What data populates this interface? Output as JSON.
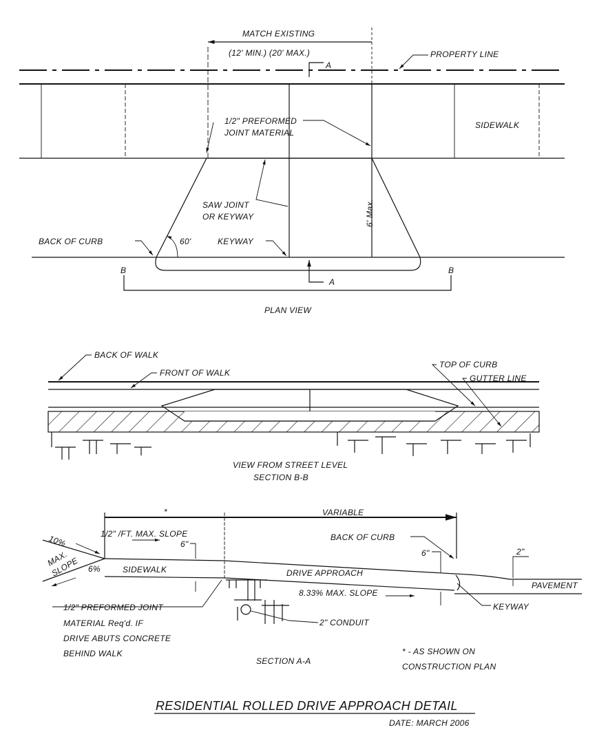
{
  "plan_view": {
    "match_existing": "MATCH EXISTING",
    "min_max": "(12' MIN.) (20' MAX.)",
    "property_line": "PROPERTY LINE",
    "section_a": "A",
    "sidewalk": "SIDEWALK",
    "joint_line1": "1/2\" PREFORMED",
    "joint_line2": "JOINT MATERIAL",
    "saw_joint1": "SAW JOINT",
    "saw_joint2": "OR KEYWAY",
    "six_max": "6' Max.",
    "back_of_curb": "BACK OF CURB",
    "angle": "60'",
    "keyway": "KEYWAY",
    "section_b": "B",
    "caption": "PLAN VIEW"
  },
  "street_view": {
    "back_of_walk": "BACK OF WALK",
    "front_of_walk": "FRONT OF WALK",
    "top_of_curb": "TOP OF CURB",
    "gutter_line": "GUTTER LINE",
    "caption1": "VIEW FROM STREET LEVEL",
    "caption2": "SECTION B-B"
  },
  "section_aa": {
    "asterisk": "*",
    "variable": "VARIABLE",
    "slope_walk": "1/2\" /FT. MAX. SLOPE",
    "ten_pct": "10%",
    "max_slope": "MAX.",
    "slope": "SLOPE",
    "six_pct": "6%",
    "six_in_a": "6\"",
    "six_in_b": "6\"",
    "two_in": "2\"",
    "back_of_curb": "BACK OF CURB",
    "sidewalk": "SIDEWALK",
    "drive_approach": "DRIVE APPROACH",
    "pavement": "PAVEMENT",
    "drive_slope": "8.33% MAX. SLOPE",
    "keyway": "KEYWAY",
    "conduit": "2\" CONDUIT",
    "note1": "1/2\" PREFORMED JOINT",
    "note2": "MATERIAL Req'd. IF",
    "note3": "DRIVE ABUTS CONCRETE",
    "note4": "BEHIND WALK",
    "footnote1": "* - AS SHOWN ON",
    "footnote2": "CONSTRUCTION PLAN",
    "caption": "SECTION A-A"
  },
  "title": "RESIDENTIAL ROLLED DRIVE APPROACH DETAIL",
  "date": "DATE: MARCH 2006"
}
